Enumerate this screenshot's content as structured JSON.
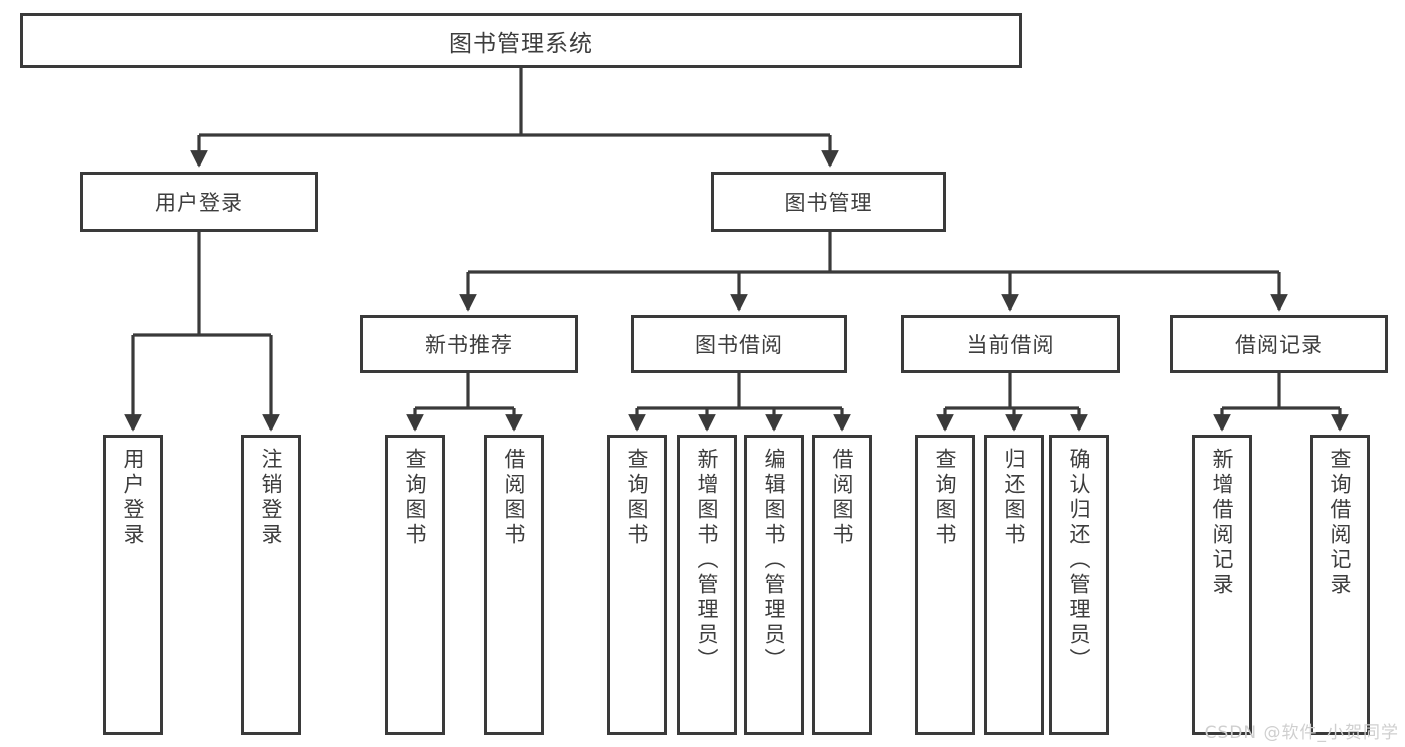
{
  "diagram": {
    "type": "tree",
    "title": "图书管理系统",
    "root": {
      "label": "图书管理系统"
    },
    "level1": [
      {
        "label": "用户登录"
      },
      {
        "label": "图书管理"
      }
    ],
    "level2": [
      {
        "label": "新书推荐"
      },
      {
        "label": "图书借阅"
      },
      {
        "label": "当前借阅"
      },
      {
        "label": "借阅记录"
      }
    ],
    "leaves": {
      "user_login": [
        {
          "label": "用户登录"
        },
        {
          "label": "注销登录"
        }
      ],
      "new_book_recommend": [
        {
          "label": "查询图书"
        },
        {
          "label": "借阅图书"
        }
      ],
      "book_borrow": [
        {
          "label": "查询图书"
        },
        {
          "label": "新增图书（管理员）"
        },
        {
          "label": "编辑图书（管理员）"
        },
        {
          "label": "借阅图书"
        }
      ],
      "current_borrow": [
        {
          "label": "查询图书"
        },
        {
          "label": "归还图书"
        },
        {
          "label": "确认归还（管理员）"
        }
      ],
      "borrow_record": [
        {
          "label": "新增借阅记录"
        },
        {
          "label": "查询借阅记录"
        }
      ]
    }
  },
  "watermark": {
    "text": "CSDN @软件_小贺同学"
  },
  "colors": {
    "border": "#3a3a3a",
    "text": "#3d3d3d",
    "background": "#ffffff",
    "watermark": "#cfcfcf"
  }
}
